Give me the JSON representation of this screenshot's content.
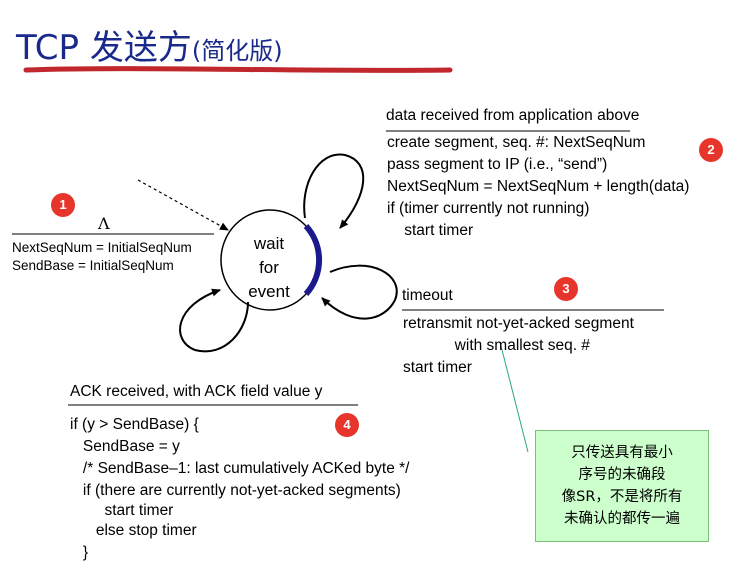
{
  "title": {
    "main": "TCP 发送方",
    "sub": "(简化版)"
  },
  "state": {
    "line1": "wait",
    "line2": "for",
    "line3": "event"
  },
  "transition1": {
    "badge": "1",
    "event": "Λ",
    "actions": [
      "NextSeqNum = InitialSeqNum",
      "SendBase = InitialSeqNum"
    ]
  },
  "transition2": {
    "badge": "2",
    "event": "data received from application above",
    "actions": [
      "create segment, seq. #: NextSeqNum",
      "pass segment to IP (i.e., “send”)",
      "NextSeqNum = NextSeqNum + length(data)",
      "if (timer currently not running)",
      "    start timer"
    ]
  },
  "transition3": {
    "badge": "3",
    "event": "timeout",
    "actions": [
      "retransmit not-yet-acked segment",
      "            with smallest seq. #",
      "start timer"
    ]
  },
  "transition4": {
    "badge": "4",
    "event": "ACK received, with ACK field value y",
    "actions": [
      "if (y > SendBase) {",
      "   SendBase = y",
      "   /* SendBase–1: last cumulatively ACKed byte */",
      "   if (there are currently not-yet-acked segments)",
      "        start timer",
      "      else stop timer",
      "   }"
    ]
  },
  "note": {
    "lines": [
      "只传送具有最小",
      "序号的未确段",
      "像SR，不是将所有",
      "未确认的都传一遍"
    ]
  },
  "colors": {
    "title": "#1a2a8a",
    "underline": "#c0282d",
    "badge": "#e8352c",
    "note_bg": "#ccffcc",
    "state_accent": "#1a1a8c"
  }
}
